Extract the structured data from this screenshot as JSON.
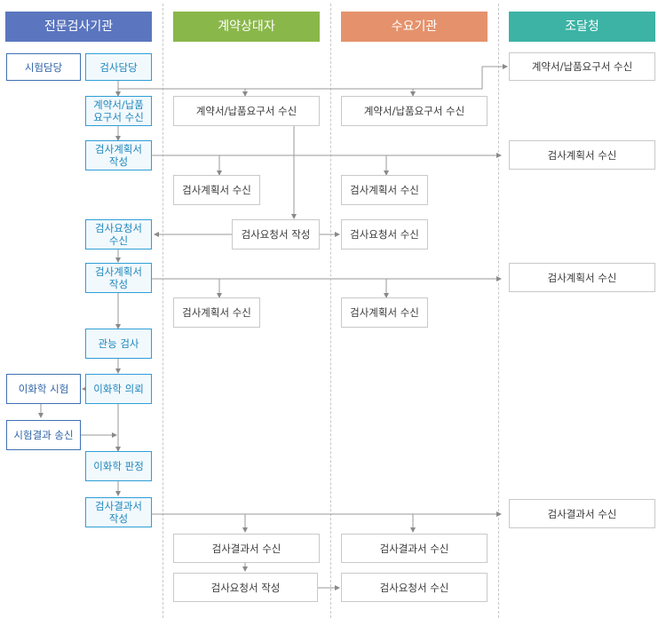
{
  "headers": {
    "inspection_agency": "전문검사기관",
    "contractor": "계약상대자",
    "demand_agency": "수요기관",
    "procurement": "조달청"
  },
  "colors": {
    "inspection_agency": "#5b76bf",
    "contractor": "#8ab74a",
    "demand_agency": "#e5926c",
    "procurement": "#3cb3a5"
  },
  "agency": {
    "test_charge": "시험담당",
    "inspection_charge": "검사담당",
    "receive_contract": "계약서/납품\n요구서 수신",
    "write_plan_1": "검사계획서\n작성",
    "receive_request": "검사요청서\n수신",
    "write_plan_2": "검사계획서\n작성",
    "sensory_inspection": "관능 검사",
    "physchem_test": "이화학 시험",
    "physchem_request": "이화학 의뢰",
    "send_test_result": "시험결과 송신",
    "physchem_judgement": "이화학 판정",
    "write_result": "검사결과서\n작성"
  },
  "contractor": {
    "receive_contract": "계약서/납품요구서 수신",
    "receive_plan_1": "검사계획서 수신",
    "write_request": "검사요청서 작성",
    "receive_plan_2": "검사계획서 수신",
    "receive_result": "검사결과서 수신",
    "write_request_2": "검사요청서 작성"
  },
  "demand": {
    "receive_contract": "계약서/납품요구서 수신",
    "receive_plan_1": "검사계획서 수신",
    "receive_request": "검사요청서 수신",
    "receive_plan_2": "검사계획서 수신",
    "receive_result": "검사결과서 수신",
    "receive_request_2": "검사요청서 수신"
  },
  "procurement": {
    "receive_contract": "계약서/납품요구서 수신",
    "receive_plan_1": "검사계획서 수신",
    "receive_plan_2": "검사계획서 수신",
    "receive_result": "검사결과서 수신"
  }
}
